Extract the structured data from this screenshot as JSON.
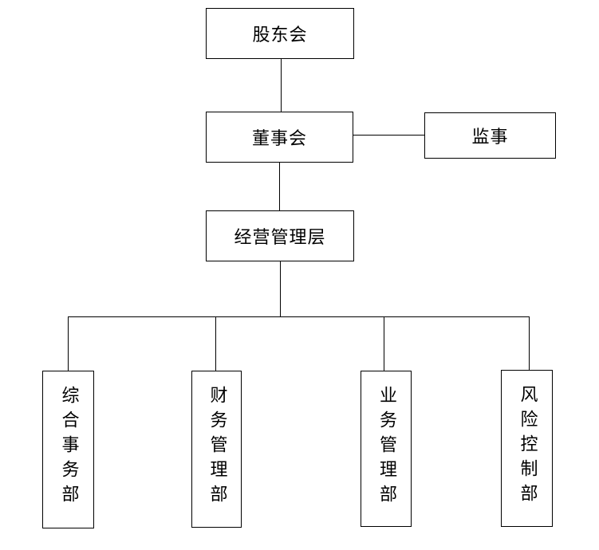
{
  "org": {
    "shareholders": "股东会",
    "board": "董事会",
    "supervisor": "监事",
    "management": "经营管理层",
    "departments": [
      "综合事务部",
      "财务管理部",
      "业务管理部",
      "风险控制部"
    ]
  }
}
